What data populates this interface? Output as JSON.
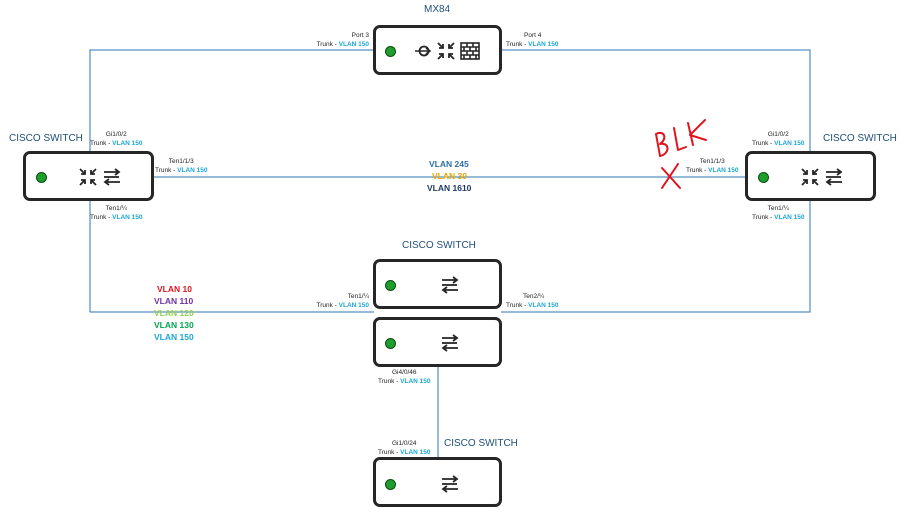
{
  "titles": {
    "mx84": "MX84",
    "switch_left": "CISCO SWITCH",
    "switch_right": "CISCO SWITCH",
    "switch_center": "CISCO SWITCH",
    "switch_bottom": "CISCO SWITCH"
  },
  "ports": {
    "mx_port3": {
      "name": "Port 3",
      "mode": "Trunk",
      "sep": " - ",
      "vlan": "VLAN 150"
    },
    "mx_port4": {
      "name": "Port 4",
      "mode": "Trunk",
      "sep": " - ",
      "vlan": "VLAN 150"
    },
    "left_gi": {
      "name": "Gi1/0/2",
      "mode": "Trunk",
      "sep": " - ",
      "vlan": "VLAN 150"
    },
    "left_ten13": {
      "name": "Ten1/1/3",
      "mode": "Trunk",
      "sep": " - ",
      "vlan": "VLAN 150"
    },
    "left_ten14": {
      "name": "Ten1/¼",
      "mode": "Trunk",
      "sep": " - ",
      "vlan": "VLAN 150"
    },
    "right_gi": {
      "name": "Gi1/0/2",
      "mode": "Trunk",
      "sep": " - ",
      "vlan": "VLAN 150"
    },
    "right_ten13": {
      "name": "Ten1/1/3",
      "mode": "Trunk",
      "sep": " - ",
      "vlan": "VLAN 150"
    },
    "right_ten14": {
      "name": "Ten1/¼",
      "mode": "Trunk",
      "sep": " - ",
      "vlan": "VLAN 150"
    },
    "center_ten14": {
      "name": "Ten1/¼",
      "mode": "Trunk",
      "sep": " - ",
      "vlan": "VLAN 150"
    },
    "center_ten24": {
      "name": "Ten2/¼",
      "mode": "Trunk",
      "sep": " - ",
      "vlan": "VLAN 150"
    },
    "center_gi": {
      "name": "Gi4/0/46",
      "mode": "Trunk",
      "sep": " - ",
      "vlan": "VLAN 150"
    },
    "bottom_gi": {
      "name": "Gi1/0/24",
      "mode": "Trunk",
      "sep": " - ",
      "vlan": "VLAN 150"
    }
  },
  "middle_vlans": [
    {
      "label": "VLAN 245",
      "color": "#2f6fa6"
    },
    {
      "label": "VLAN 30",
      "color": "#e8a500"
    },
    {
      "label": "VLAN 1610",
      "color": "#1f3864"
    }
  ],
  "left_vlans": [
    {
      "label": "VLAN 10",
      "color": "#e0141e"
    },
    {
      "label": "VLAN 110",
      "color": "#7030a0"
    },
    {
      "label": "VLAN 120",
      "color": "#92d050"
    },
    {
      "label": "VLAN 130",
      "color": "#00a550"
    },
    {
      "label": "VLAN 150",
      "color": "#1ca6d8"
    }
  ],
  "annotation": {
    "text": "BLK",
    "color": "#e0141e"
  },
  "colors": {
    "link": "#2e75b6",
    "device_border": "#262626",
    "led": "#1e9e2c",
    "title": "#1f4e79",
    "vlan_accent": "#1ca6d8"
  },
  "icons": {
    "mx84": [
      "tunnel-icon",
      "router-icon",
      "firewall-icon"
    ],
    "switch_left": [
      "router-icon",
      "switch-arrows-icon"
    ],
    "switch_right": [
      "router-icon",
      "switch-arrows-icon"
    ],
    "switch_center_top": [
      "switch-arrows-icon"
    ],
    "switch_center_bottom": [
      "switch-arrows-icon"
    ],
    "switch_bottom": [
      "switch-arrows-icon"
    ]
  }
}
